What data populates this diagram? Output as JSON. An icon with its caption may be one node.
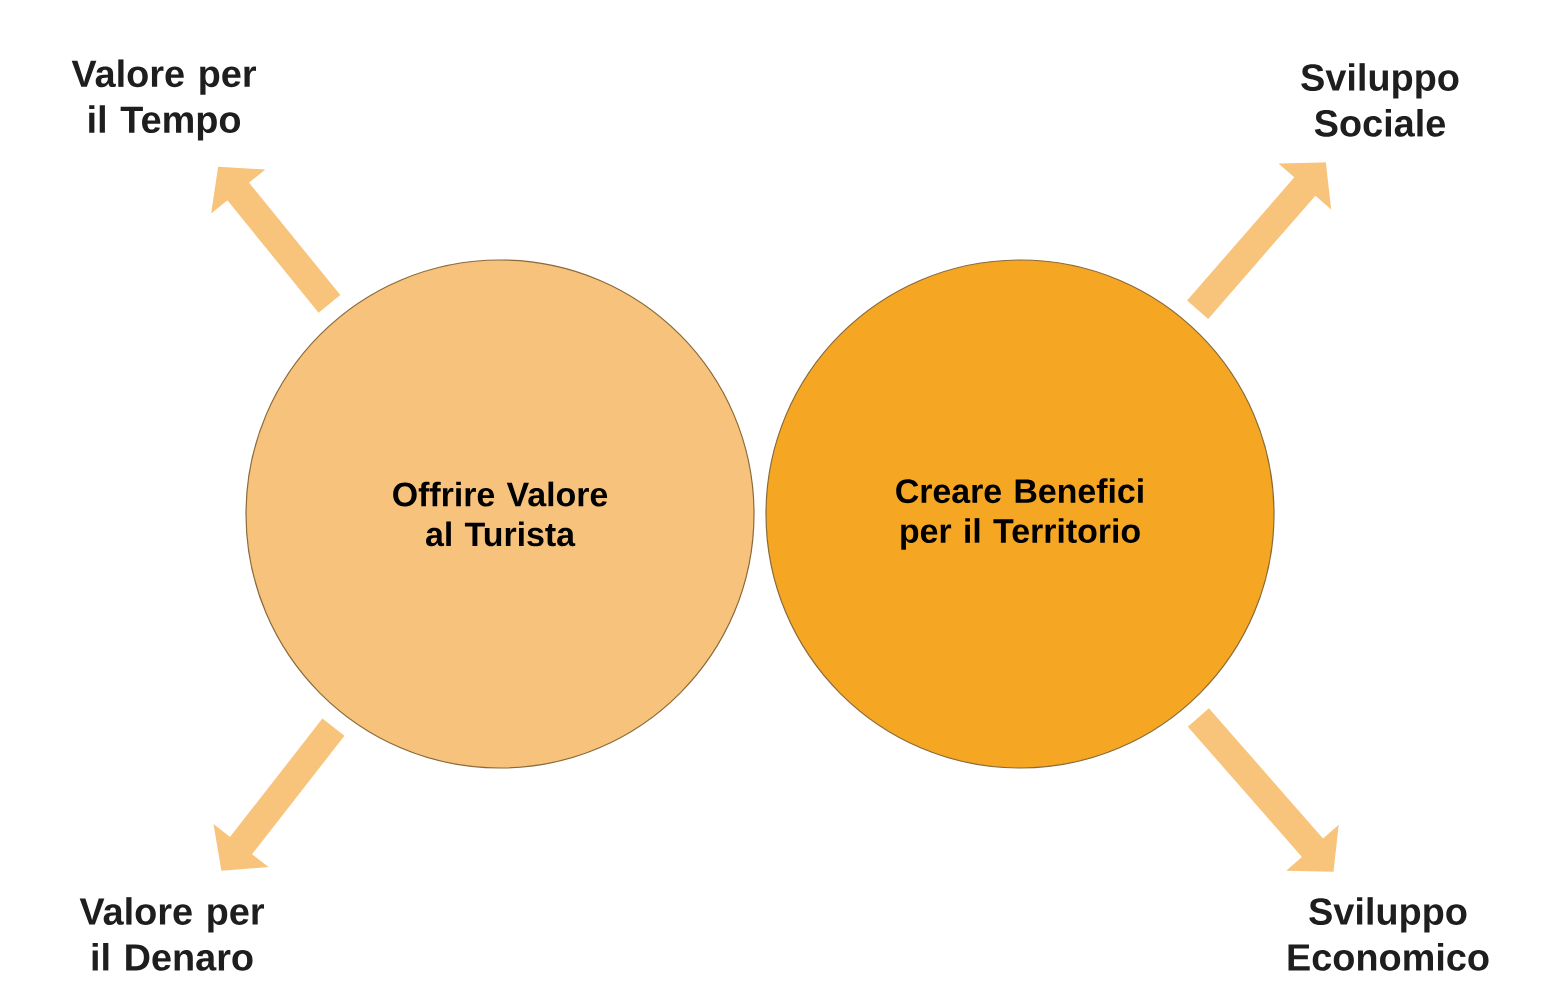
{
  "diagram": {
    "nodes": [
      {
        "text": [
          "Offrire Valore al Turista"
        ]
      },
      {
        "text": [
          "Creare Benefici per il Territorio"
        ]
      },
      {
        "text": [
          "Valore per il Tempo"
        ]
      },
      {
        "text": [
          "Sviluppo Sociale"
        ]
      },
      {
        "text": [
          "Valore per il Denaro"
        ]
      },
      {
        "text": [
          "Sviluppo Economico"
        ]
      }
    ],
    "edges": [
      {
        "from": 0,
        "to": 2,
        "arrow": "to"
      },
      {
        "from": 1,
        "to": 3,
        "arrow": "to"
      },
      {
        "from": 0,
        "to": 4,
        "arrow": "to"
      },
      {
        "from": 1,
        "to": 5,
        "arrow": "to"
      }
    ]
  }
}
